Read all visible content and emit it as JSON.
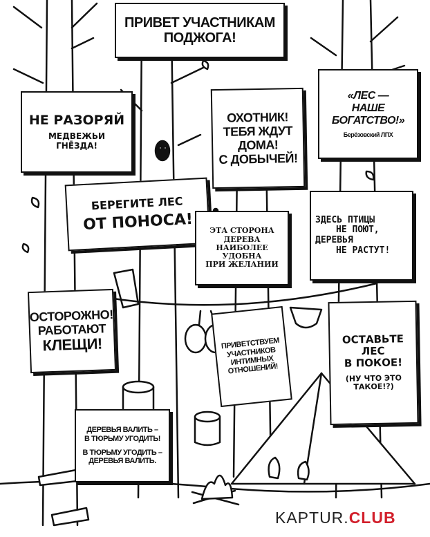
{
  "signs": {
    "top_banner": "ПРИВЕТ УЧАСТНИКАМ ПОДЖОГА!",
    "bears": {
      "line1": "НЕ РАЗОРЯЙ",
      "line2": "МЕДВЕЖЬИ ГНЁЗДА!"
    },
    "hunter": {
      "line1": "ОХОТНИК!",
      "line2": "ТЕБЯ ЖДУТ",
      "line3": "ДОМА!",
      "line4": "С ДОБЫЧЕЙ!"
    },
    "wealth": {
      "line1": "«ЛЕС —",
      "line2": "НАШЕ",
      "line3": "БОГАТСТВО!»",
      "signature": "Берёзовский ЛПХ"
    },
    "diarrhea": {
      "line1": "БЕРЕГИТЕ ЛЕС",
      "line2": "ОТ ПОНОСА!"
    },
    "tree_side": {
      "line1": "ЭТА СТОРОНА",
      "line2": "ДЕРЕВА",
      "line3": "НАИБОЛЕЕ",
      "line4": "УДОБНА",
      "line5": "ПРИ ЖЕЛАНИИ"
    },
    "birds": {
      "line1": "ЗДЕСЬ ПТИЦЫ",
      "line2": "НЕ ПОЮТ,",
      "line3": "ДЕРЕВЬЯ",
      "line4": "НЕ РАСТУТ!"
    },
    "ticks": {
      "line1": "ОСТОРОЖНО!",
      "line2": "РАБОТАЮТ",
      "line3": "КЛЕЩИ!"
    },
    "intimate": {
      "line1": "ПРИВЕТСТВУЕМ",
      "line2": "УЧАСТНИКОВ",
      "line3": "ИНТИМНЫХ",
      "line4": "ОТНОШЕНИЙ!"
    },
    "peace": {
      "line1": "ОСТАВЬТЕ",
      "line2": "ЛЕС",
      "line3": "В ПОКОЕ!",
      "line4": "(НУ ЧТО ЭТО",
      "line5": "ТАКОЕ!?)"
    },
    "prison": {
      "line1": "ДЕРЕВЬЯ ВАЛИТЬ –",
      "line2": "В ТЮРЬМУ УГОДИТЬ!",
      "line3": "В ТЮРЬМУ УГОДИТЬ –",
      "line4": "ДЕРЕВЬЯ ВАЛИТЬ."
    }
  },
  "watermark": {
    "part1": "KAPTUR.",
    "part2": "CLUB"
  },
  "colors": {
    "ink": "#111111",
    "paper": "#ffffff",
    "watermark_accent": "#d21f2b"
  }
}
